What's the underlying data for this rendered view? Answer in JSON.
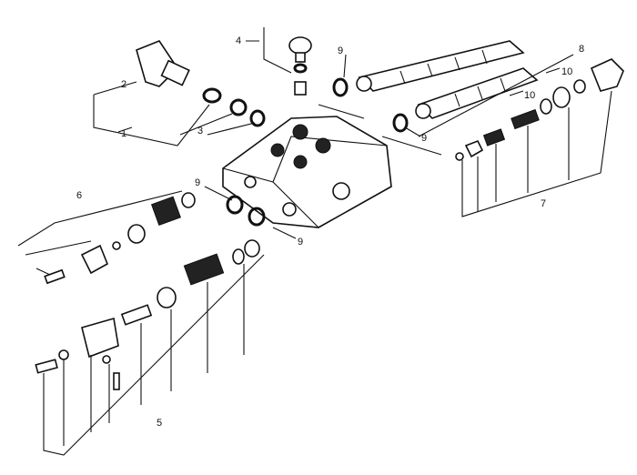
{
  "diagram": {
    "type": "exploded-parts-view",
    "callouts": {
      "c1": "1",
      "c2": "2",
      "c3": "3",
      "c4": "4",
      "c5": "5",
      "c6": "6",
      "c7": "7",
      "c8": "8",
      "c9a": "9",
      "c9b": "9",
      "c9c": "9",
      "c9d": "9",
      "c10a": "10",
      "c10b": "10"
    }
  }
}
